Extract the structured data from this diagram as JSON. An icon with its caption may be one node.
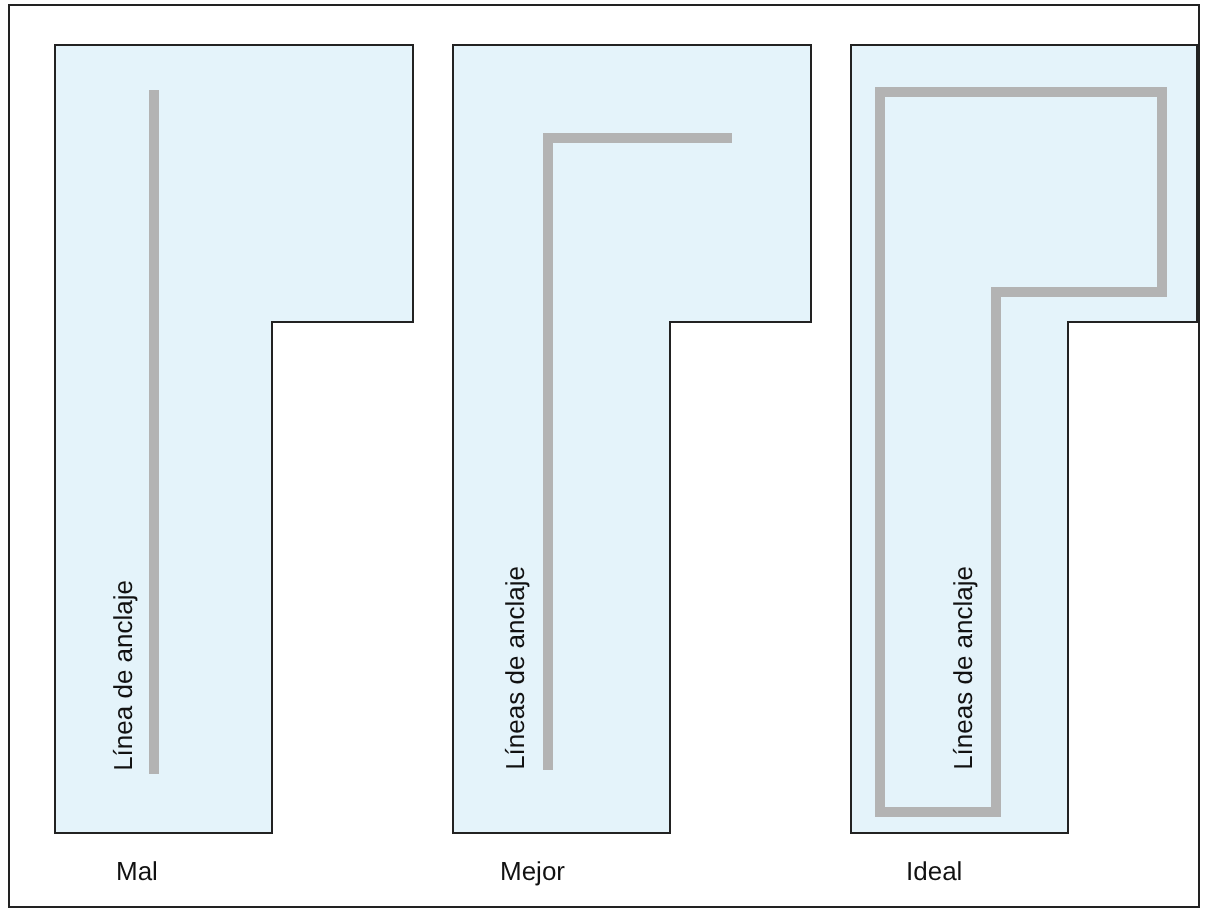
{
  "diagram": {
    "nodes": [
      {
        "text": [
          "Línea de anclaje"
        ],
        "beside": [
          "Mal"
        ]
      },
      {
        "text": [
          "Líneas de anclaje"
        ],
        "beside": [
          "Mejor"
        ]
      },
      {
        "text": [
          "Líneas de anclaje"
        ],
        "beside": [
          "Ideal"
        ]
      }
    ],
    "edges": []
  }
}
